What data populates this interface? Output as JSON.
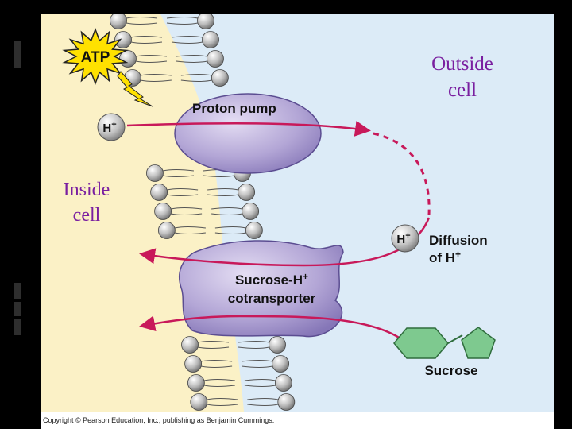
{
  "labels": {
    "atp": "ATP",
    "proton_pump": "Proton pump",
    "h_ion": "H",
    "h_plus": "+",
    "outside_line1": "Outside",
    "outside_line2": "cell",
    "inside_line1": "Inside",
    "inside_line2": "cell",
    "diffusion_line1": "Diffusion",
    "diffusion_line2": "of H",
    "cotransporter_line1": "Sucrose-H",
    "cotransporter_line2": "cotransporter",
    "sucrose": "Sucrose"
  },
  "copyright": "Copyright © Pearson Education, Inc., publishing as Benjamin Cummings.",
  "colors": {
    "inside_bg": "#fbf1c6",
    "outside_bg": "#dcebf7",
    "protein": "#b3a6d6",
    "arrow": "#c8195a",
    "sucrose_ring": "#7ec98f",
    "label_purple": "#7a1fa0",
    "atp_burst": "#ffe100"
  }
}
